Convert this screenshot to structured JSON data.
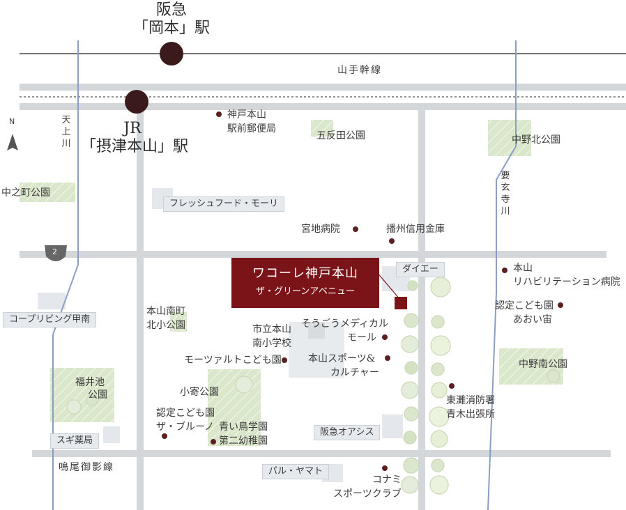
{
  "colors": {
    "brand": "#7a1418",
    "road": "#d4d7da",
    "river": "#8a9ec6",
    "park": "#d9e6c8",
    "facility_dot": "#5a2020",
    "station_dot": "#3a1a1a"
  },
  "stations": {
    "hankyu_line1": "阪急",
    "hankyu_line2": "「岡本」駅",
    "jr_line1": "JR",
    "jr_line2": "「摂津本山」駅"
  },
  "roads": {
    "yamate": "山手幹線",
    "naruo": "鳴尾御影線",
    "route_no": "2"
  },
  "rivers": {
    "tenjo": "天上川",
    "yogenji": "要玄寺川"
  },
  "compass": {
    "north": "N"
  },
  "property": {
    "name": "ワコーレ神戸本山",
    "subtitle": "ザ・グリーンアベニュー"
  },
  "parks": {
    "gotanda": "五反田公園",
    "nakano_kita": "中野北公園",
    "nakanocho": "中之町公園",
    "motoyama_minami_line1": "本山南町",
    "motoyama_minami_line2": "北小公園",
    "fukuike_line1": "福井池",
    "fukuike_line2": "公園",
    "koyose": "小寄公園",
    "nakano_minami": "中野南公園"
  },
  "facilities": {
    "post_line1": "神戸本山",
    "post_line2": "駅前郵便局",
    "miyaji": "宮地病院",
    "banshu": "播州信用金庫",
    "rehab_line1": "本山",
    "rehab_line2": "リハビリテーション病院",
    "aoi_line1": "認定こども園",
    "aoi_line2": "あおい宙",
    "school_line1": "市立本山",
    "school_line2": "南小学校",
    "sogo_line1": "そうごうメディカル",
    "sogo_line2": "モール",
    "mozart": "モーツァルトこども園",
    "sports_line1": "本山スポーツ&",
    "sports_line2": "カルチャー",
    "fire_line1": "東灘消防署",
    "fire_line2": "青木出張所",
    "bruno_line1": "認定こども園",
    "bruno_line2": "ザ・ブルーノ",
    "aoitori_line1": "青い鳥学園",
    "aoitori_line2": "第二幼稚園",
    "konami_line1": "コナミ",
    "konami_line2": "スポーツクラブ"
  },
  "stores": {
    "fresh": "フレッシュフード・モーリ",
    "daiei": "ダイエー",
    "coop": "コープリビング甲南",
    "sugi": "スギ薬局",
    "oasis": "阪急オアシス",
    "pal": "パル・ヤマト"
  }
}
